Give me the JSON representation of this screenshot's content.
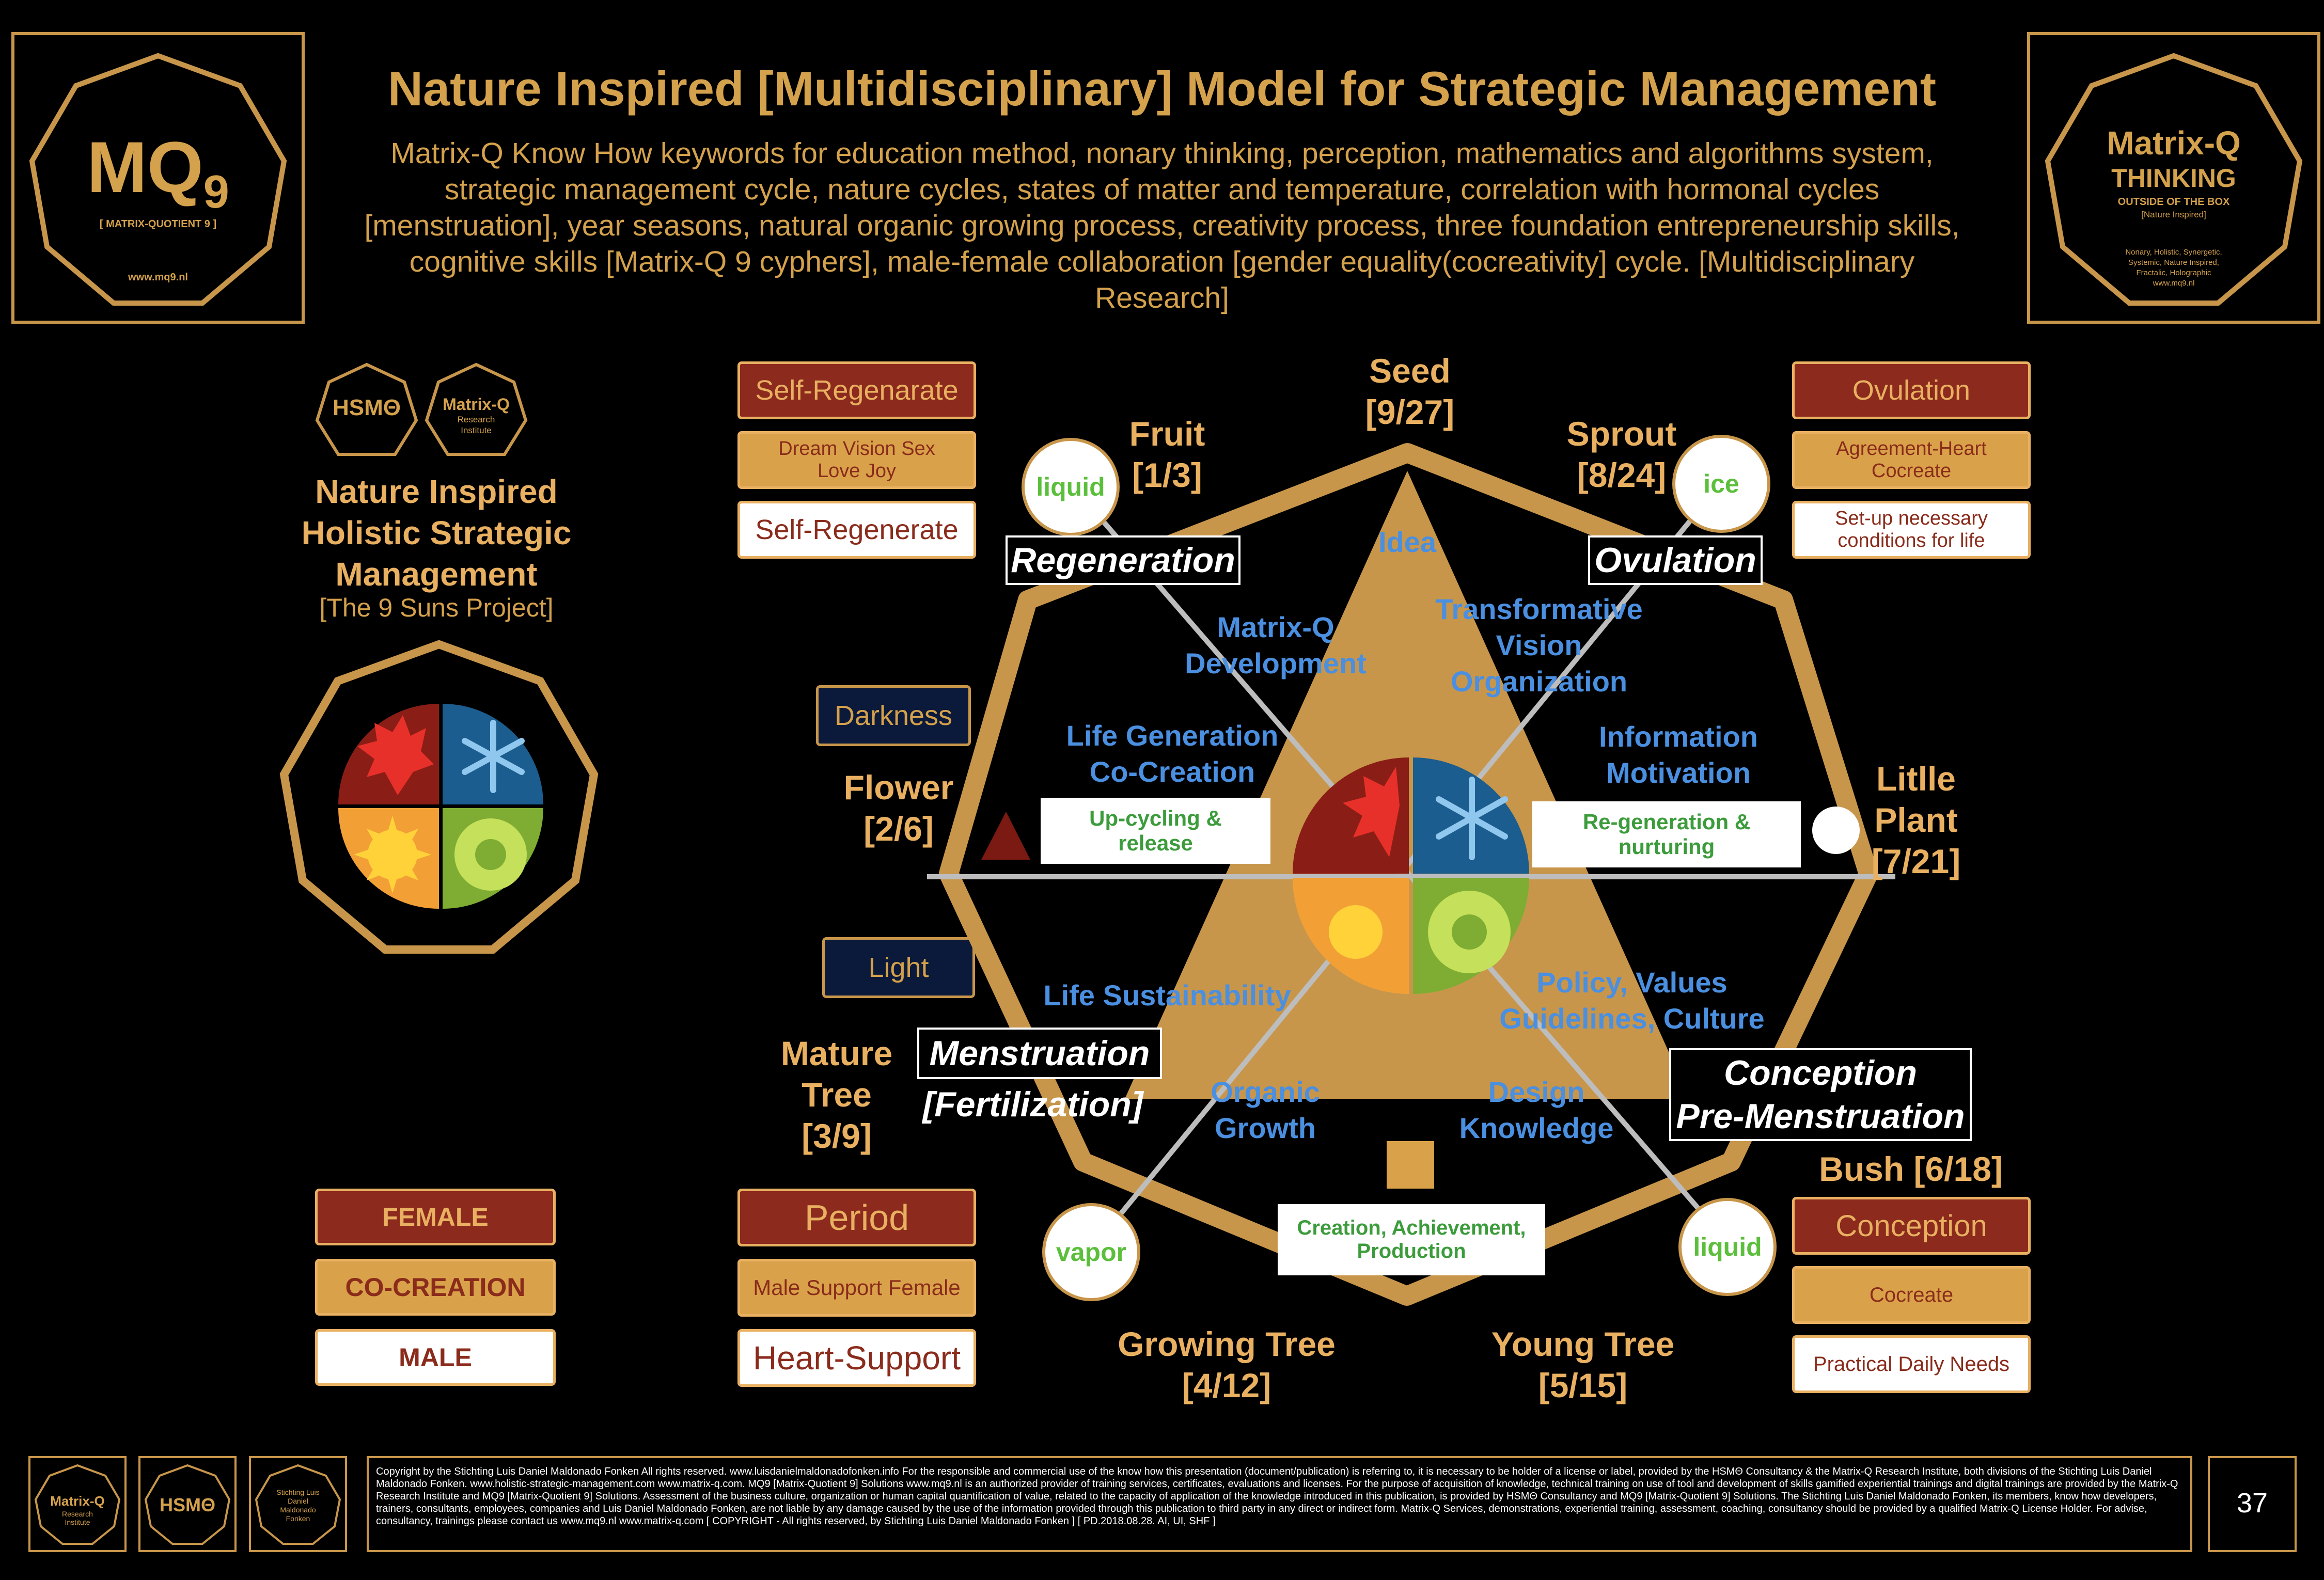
{
  "header": {
    "title": "Nature Inspired [Multidisciplinary] Model for Strategic Management",
    "subtitle": "Matrix-Q Know How keywords for education method, nonary thinking, perception, mathematics and algorithms system, strategic management cycle, nature cycles, states of matter and temperature, correlation with hormonal cycles [menstruation], year seasons, natural organic growing process, creativity process, three foundation entrepreneurship skills, cognitive skills [Matrix-Q 9 cyphers], male-female collaboration [gender equality(cocreativity] cycle. [Multidisciplinary Research]"
  },
  "logo_left": {
    "main": "MQ",
    "sub": "9",
    "caption": "[ MATRIX-QUOTIENT 9 ]",
    "url": "www.mq9.nl"
  },
  "logo_right": {
    "line1": "Matrix-Q",
    "line2": "THINKING",
    "line3": "OUTSIDE OF THE BOX",
    "line4": "[Nature Inspired]",
    "line5": "Nonary, Holistic, Synergetic,",
    "line6": "Systemic, Nature Inspired,",
    "line7": "Fractalic, Holographic",
    "line8": "www.mq9.nl"
  },
  "left_panel": {
    "badge1": "HSMΘ",
    "badge2_top": "Matrix-Q",
    "badge2_sub1": "Research",
    "badge2_sub2": "Institute",
    "heading_lines": [
      "Nature Inspired",
      "Holistic Strategic",
      "Management"
    ],
    "project": "[The 9 Suns Project]",
    "female": "FEMALE",
    "cocreation": "CO-CREATION",
    "male": "MALE"
  },
  "column_left": {
    "self_regenarate": "Self-Regenarate",
    "dream": "Dream Vision Sex Love Joy",
    "self_regenerate": "Self-Regenerate",
    "darkness": "Darkness",
    "light": "Light",
    "period": "Period",
    "male_support": "Male Support Female",
    "heart_support": "Heart-Support"
  },
  "column_right": {
    "ovulation": "Ovulation",
    "agreement": "Agreement-Heart Cocreate",
    "setup": "Set-up necessary conditions for life",
    "conception": "Conception",
    "cocreate": "Cocreate",
    "practical": "Practical Daily Needs"
  },
  "stages": {
    "seed_name": "Seed",
    "seed_num": "[9/27]",
    "fruit_name": "Fruit",
    "fruit_num": "[1/3]",
    "sprout_name": "Sprout",
    "sprout_num": "[8/24]",
    "flower_name": "Flower",
    "flower_num": "[2/6]",
    "little_plant_1": "Litlle",
    "little_plant_2": "Plant",
    "little_plant_num": "[7/21]",
    "mature_1": "Mature",
    "mature_2": "Tree",
    "mature_num": "[3/9]",
    "bush": "Bush [6/18]",
    "growing_name": "Growing Tree",
    "growing_num": "[4/12]",
    "young_name": "Young Tree",
    "young_num": "[5/15]"
  },
  "states": {
    "liquid_top": "liquid",
    "ice": "ice",
    "vapor": "vapor",
    "liquid_bottom": "liquid"
  },
  "phases": {
    "regeneration": "Regeneration",
    "ovulation": "Ovulation",
    "menstruation": "Menstruation",
    "fertilization": "[Fertilization]",
    "conception": "Conception",
    "pre_menstruation": "Pre-Menstruation"
  },
  "concepts": {
    "idea": "Idea",
    "matrixq_1": "Matrix-Q",
    "matrixq_2": "Development",
    "transform_1": "Transformative",
    "transform_2": "Vision",
    "transform_3": "Organization",
    "lifegen_1": "Life Generation",
    "lifegen_2": "Co-Creation",
    "info_1": "Information",
    "info_2": "Motivation",
    "life_sustain": "Life Sustainability",
    "policy_1": "Policy, Values",
    "policy_2": "Guidelines, Culture",
    "organic_1": "Organic",
    "organic_2": "Growth",
    "design_1": "Design",
    "design_2": "Knowledge"
  },
  "actions": {
    "upcycling": "Up-cycling & release",
    "regeneration": "Re-generation & nurturing",
    "creation": "Creation, Achievement, Production"
  },
  "footer": {
    "logo1_top": "Matrix-Q",
    "logo1_sub1": "Research",
    "logo1_sub2": "Institute",
    "logo2": "HSMΘ",
    "logo3_lines": "Stichting Luis Daniel Maldonado Fonken",
    "copyright": "Copyright by the Stichting Luis Daniel Maldonado Fonken All rights reserved. www.luisdanielmaldonadofonken.info For the responsible and commercial use of the know how this presentation (document/publication) is referring to, it is necessary to be holder of a license or label, provided by the HSMΘ Consultancy & the Matrix-Q Research Institute, both divisions of the Stichting Luis Daniel Maldonado Fonken. www.holistic-strategic-management.com www.matrix-q.com. MQ9 [Matrix-Quotient 9] Solutions www.mq9.nl is an authorized provider of training services, certificates, evaluations and licenses. For the purpose of acquisition of knowledge, technical training on use of tool and development of skills gamified experiential trainings and digital trainings are provided by the Matrix-Q Research Institute and MQ9 [Matrix-Quotient 9] Solutions. Assessment of the business culture, organization or human capital quantification of value, related to the capacity of application of the knowledge introduced in this publication, is provided by HSMΘ Consultancy and MQ9 [Matrix-Quotient 9] Solutions. The Stichting Luis Daniel Maldonado Fonken, its members, know how developers, trainers, consultants, employees, companies and Luis Daniel Maldonado Fonken, are not liable by any damage caused by the use of the information provided through this publication to third party in any direct or indirect form. Matrix-Q Services, demonstrations, experiential training, assessment, coaching, consultancy should be provided by a qualified Matrix-Q License Holder. For advise, consultancy, trainings please contact us www.mq9.nl www.matrix-q.com [ COPYRIGHT - All rights reserved, by Stichting Luis Daniel Maldonado Fonken ] [ PD.2018.08.28. AI, UI, SHF ]",
    "page_number": "37"
  },
  "colors": {
    "gold": "#c8964a",
    "red": "#8c2a1e",
    "tan": "#d9a24a",
    "blue": "#4a8fe0",
    "green": "#5cbf3c",
    "navy": "#0b1a3a"
  }
}
